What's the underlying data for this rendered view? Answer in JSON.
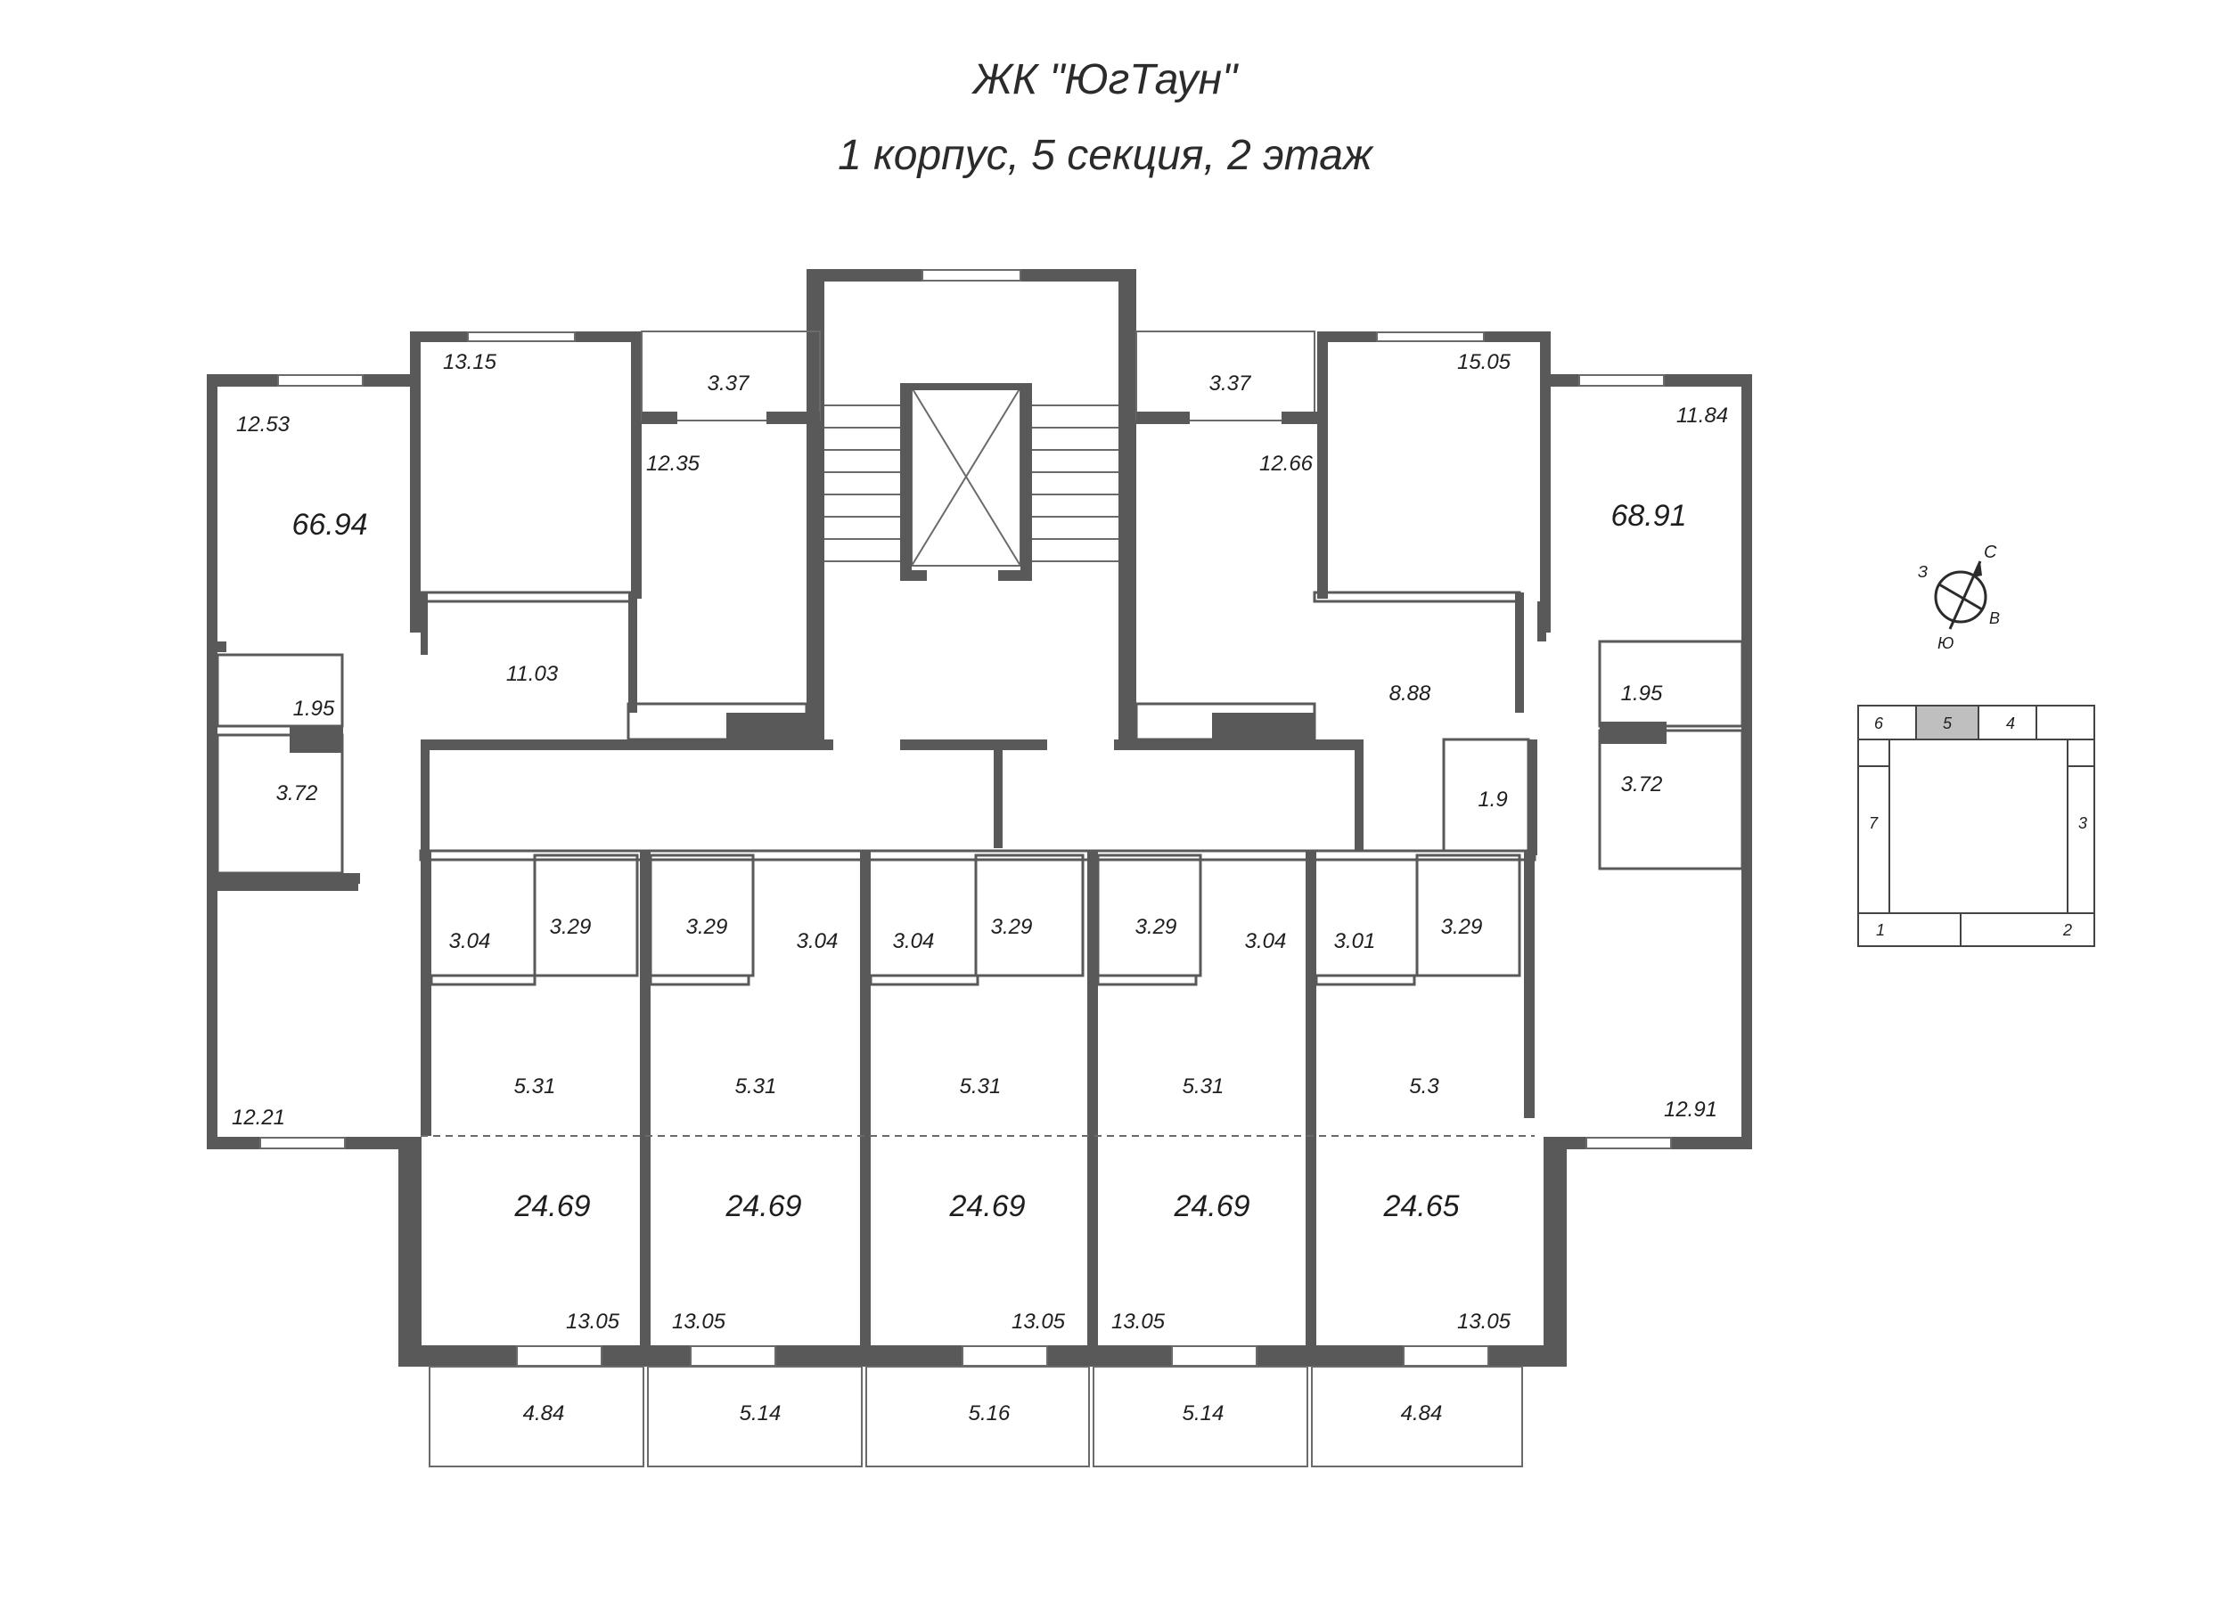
{
  "header": {
    "project": "ЖК \"ЮгТаун\"",
    "location": "1 корпус, 5 секция, 2 этаж"
  },
  "compass": {
    "north": "С",
    "south": "Ю",
    "east": "В",
    "west": "З"
  },
  "key_plan": {
    "sections": [
      "1",
      "2",
      "3",
      "4",
      "5",
      "6",
      "7"
    ],
    "current_section": "5",
    "highlight_color": "#bfbfbf"
  },
  "plan": {
    "wall_color": "#595959",
    "apartments": [
      {
        "id": "apt-left-2room",
        "total": "66.94",
        "rooms": [
          "12.53",
          "13.15",
          "3.37",
          "12.35",
          "11.03",
          "1.95",
          "3.72",
          "12.21"
        ]
      },
      {
        "id": "apt-right-2room",
        "total": "68.91",
        "rooms": [
          "15.05",
          "11.84",
          "3.37",
          "12.66",
          "8.88",
          "1.95",
          "3.72",
          "1.9",
          "12.91"
        ]
      },
      {
        "id": "studio-1",
        "total": "24.69",
        "rooms": [
          "3.04",
          "3.29",
          "5.31",
          "13.05",
          "4.84"
        ]
      },
      {
        "id": "studio-2",
        "total": "24.69",
        "rooms": [
          "3.29",
          "3.04",
          "5.31",
          "13.05",
          "5.14"
        ]
      },
      {
        "id": "studio-3",
        "total": "24.69",
        "rooms": [
          "3.04",
          "3.29",
          "5.31",
          "13.05",
          "5.16"
        ]
      },
      {
        "id": "studio-4",
        "total": "24.69",
        "rooms": [
          "3.29",
          "3.04",
          "5.31",
          "13.05",
          "5.14"
        ]
      },
      {
        "id": "studio-5",
        "total": "24.65",
        "rooms": [
          "3.01",
          "3.29",
          "5.3",
          "13.05",
          "4.84"
        ]
      }
    ]
  }
}
